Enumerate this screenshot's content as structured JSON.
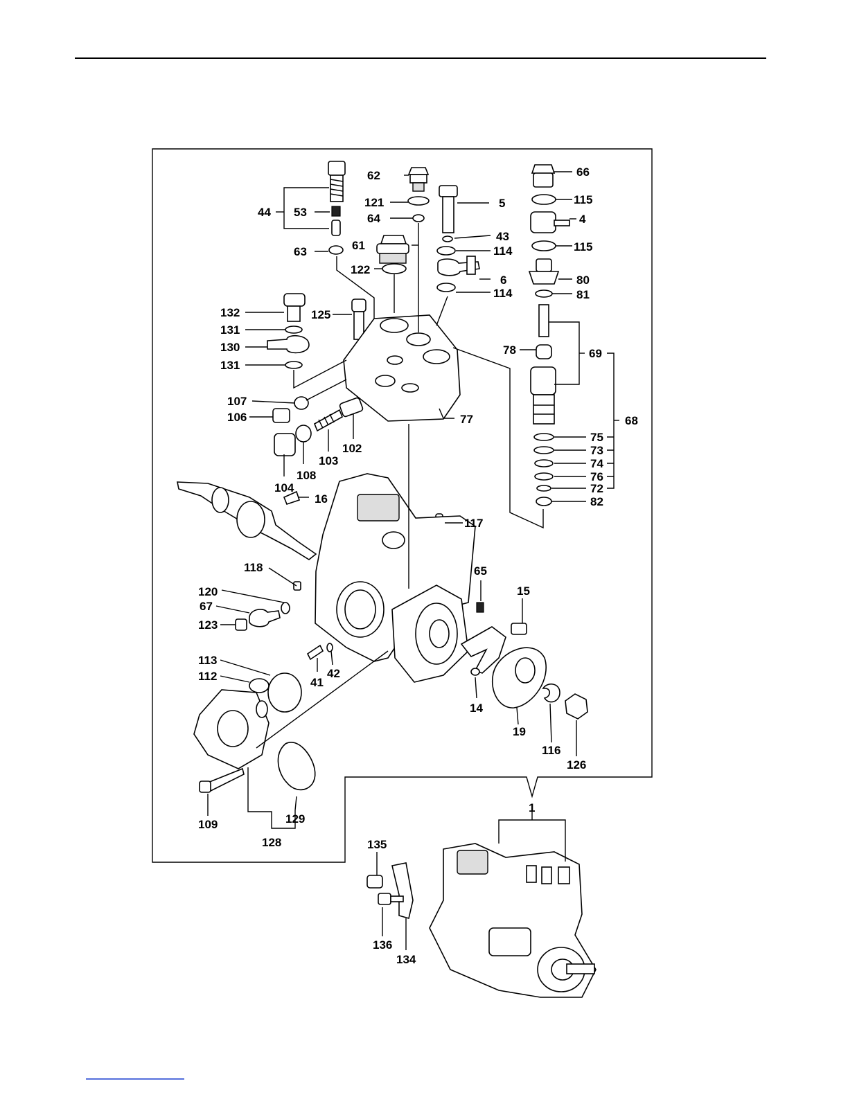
{
  "diagram": {
    "callouts": [
      "1",
      "4",
      "5",
      "6",
      "14",
      "15",
      "16",
      "19",
      "41",
      "42",
      "43",
      "44",
      "53",
      "61",
      "62",
      "63",
      "64",
      "65",
      "66",
      "67",
      "68",
      "69",
      "72",
      "73",
      "74",
      "75",
      "76",
      "77",
      "78",
      "80",
      "81",
      "82",
      "102",
      "103",
      "104",
      "106",
      "107",
      "108",
      "109",
      "112",
      "113",
      "114",
      "114",
      "115",
      "115",
      "116",
      "117",
      "118",
      "120",
      "121",
      "122",
      "123",
      "125",
      "126",
      "128",
      "129",
      "130",
      "131",
      "131",
      "132",
      "134",
      "135",
      "136"
    ]
  }
}
